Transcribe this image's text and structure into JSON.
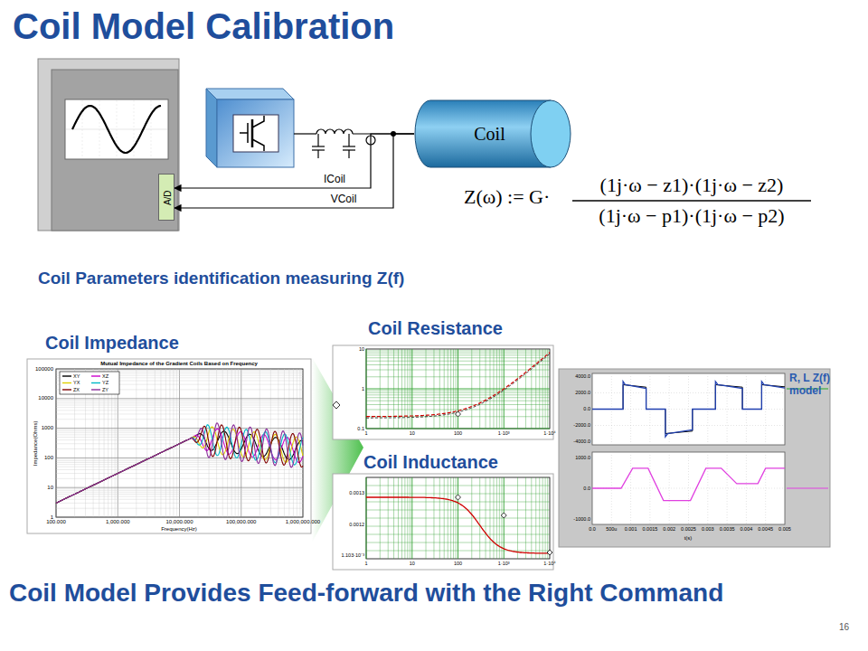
{
  "diagram": {
    "title": "Coil Model Calibration",
    "caption": "Coil Model Provides Feed-forward with the Right Command",
    "nodes": [
      {
        "text": [
          "A/D"
        ]
      },
      {
        "text": [
          "Coil"
        ]
      }
    ],
    "edges": [
      {
        "from": 1,
        "to": 0,
        "arrow": "to",
        "label": "ICoil"
      },
      {
        "from": 1,
        "to": 0,
        "arrow": "to",
        "label": "VCoil"
      }
    ],
    "labels": [
      "Coil Parameters identification measuring Z(f)",
      "Z(ω) := G·",
      "(1j·ω − z1)·(1j·ω − z2)",
      "(1j·ω − p1)·(1j·ω − p2)",
      "Coil Impedance",
      "Coil Resistance",
      "Coil Inductance",
      "R, L Z(f) model",
      "16",
      "Mutual Impedance of the Gradient Coils Based on Frequency",
      "Impedance(Ohms)",
      "Frequency(Hz)",
      "100000",
      "10000",
      "1000",
      "100",
      "10",
      "1",
      "100.000",
      "1,000.000",
      "10,000.000",
      "100,000.000",
      "1,000,000.000",
      "1",
      "10",
      "100",
      "1·10³",
      "1·10⁴",
      "10",
      "1",
      "0.1",
      "1",
      "10",
      "100",
      "1·10³",
      "1·10⁴",
      "0.0013",
      "0.0012",
      "1.103·10⁻³",
      "4000.0",
      "2000.0",
      "0.0",
      "-2000.0",
      "-4000.0",
      "1000.0",
      "0.0",
      "-1000.0",
      "0.0",
      "500u",
      "0.001",
      "0.0015",
      "0.002",
      "0.0025",
      "0.003",
      "0.0035",
      "0.004",
      "0.0045",
      "0.005",
      "t(s)"
    ],
    "legend": [
      {
        "text": "XY"
      },
      {
        "text": "XZ"
      },
      {
        "text": "YX"
      },
      {
        "text": "YZ"
      },
      {
        "text": "ZX"
      },
      {
        "text": "ZY"
      }
    ]
  }
}
